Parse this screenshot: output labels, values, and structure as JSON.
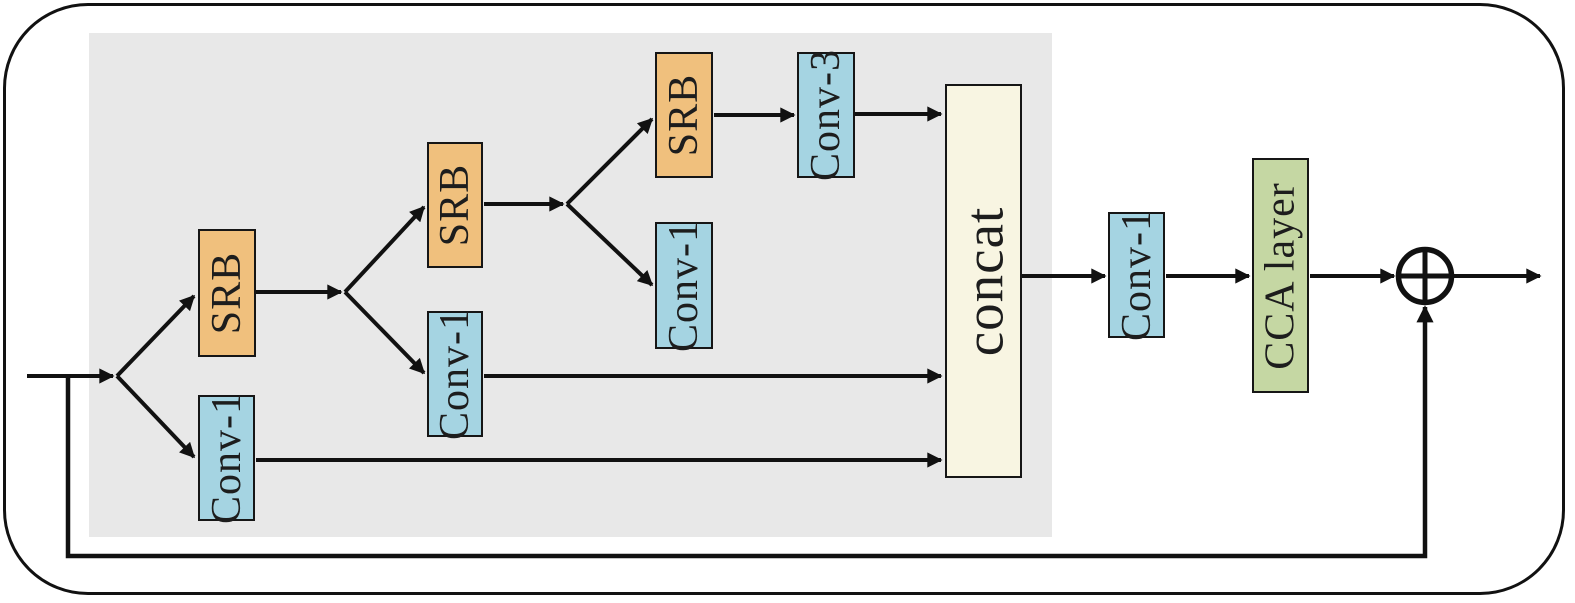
{
  "diagram": {
    "description": "Feature distillation block diagram with SRB and Conv branches, concat fusion, CCA layer and residual addition",
    "colors": {
      "srb": "#f0c07d",
      "conv": "#a5d4e2",
      "cca": "#c5d7a3",
      "concat": "#f8f5e2",
      "panel": "#e8e8e8",
      "ink": "#111111"
    },
    "blocks": [
      {
        "id": "srb-1",
        "label": "SRB"
      },
      {
        "id": "conv1-distill-1",
        "label": "Conv-1"
      },
      {
        "id": "srb-2",
        "label": "SRB"
      },
      {
        "id": "conv1-distill-2",
        "label": "Conv-1"
      },
      {
        "id": "srb-3",
        "label": "SRB"
      },
      {
        "id": "conv1-distill-3",
        "label": "Conv-1"
      },
      {
        "id": "conv3",
        "label": "Conv-3"
      },
      {
        "id": "concat",
        "label": "concat"
      },
      {
        "id": "conv1-fuse",
        "label": "Conv-1"
      },
      {
        "id": "cca",
        "label": "CCA layer"
      }
    ],
    "operators": [
      {
        "id": "add",
        "symbol": "⊕"
      }
    ],
    "edges": [
      {
        "from": "input",
        "to": "srb-1"
      },
      {
        "from": "input",
        "to": "conv1-distill-1"
      },
      {
        "from": "srb-1",
        "to": "srb-2"
      },
      {
        "from": "srb-1",
        "to": "conv1-distill-2"
      },
      {
        "from": "srb-2",
        "to": "srb-3"
      },
      {
        "from": "srb-2",
        "to": "conv1-distill-3"
      },
      {
        "from": "srb-3",
        "to": "conv3"
      },
      {
        "from": "conv3",
        "to": "concat"
      },
      {
        "from": "conv1-distill-2",
        "to": "concat"
      },
      {
        "from": "conv1-distill-1",
        "to": "concat"
      },
      {
        "from": "concat",
        "to": "conv1-fuse"
      },
      {
        "from": "conv1-fuse",
        "to": "cca"
      },
      {
        "from": "cca",
        "to": "add"
      },
      {
        "from": "input",
        "to": "add"
      },
      {
        "from": "add",
        "to": "output"
      }
    ]
  }
}
